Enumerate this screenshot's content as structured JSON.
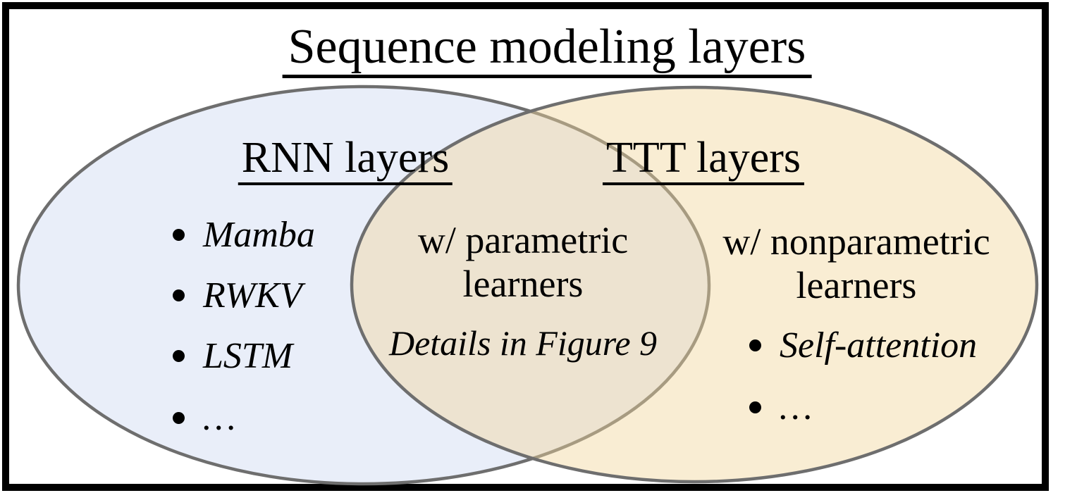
{
  "figure_title": "Sequence modeling layers",
  "left_set": {
    "title": "RNN layers",
    "items": [
      "Mamba",
      "RWKV",
      "LSTM",
      "…"
    ]
  },
  "intersection": {
    "label_lines": [
      "w/ parametric",
      "learners"
    ],
    "note": "Details in Figure 9"
  },
  "right_set": {
    "title": "TTT layers",
    "label_lines": [
      "w/ nonparametric",
      "learners"
    ],
    "items": [
      "Self-attention",
      "…"
    ]
  },
  "colors": {
    "left_fill": "#e9eef9",
    "right_fill": "rgba(241,214,154,0.44)",
    "right_region_observed": "#f9edd3",
    "overlap_region_observed": "#ece2cf",
    "ellipse_stroke": "#6e6e6e",
    "frame_border": "#000000",
    "text": "#000000"
  }
}
